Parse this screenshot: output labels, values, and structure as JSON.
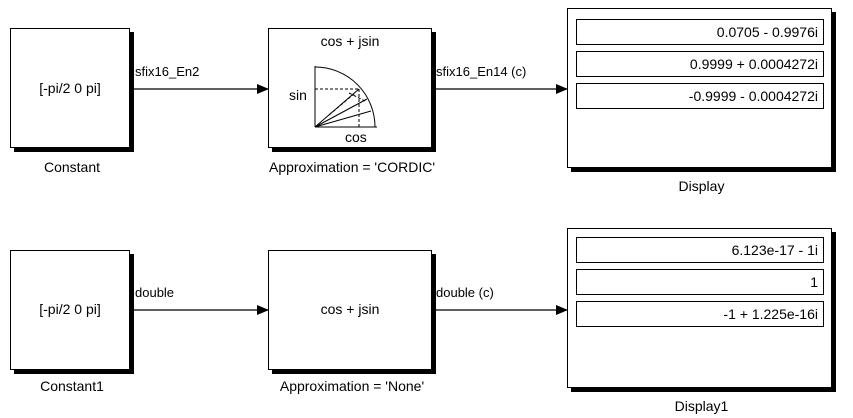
{
  "row1": {
    "constant": {
      "value": "[-pi/2 0 pi]",
      "caption": "Constant"
    },
    "signal_in": "sfix16_En2",
    "cordic_block": {
      "title": "cos + jsin",
      "sin_label": "sin",
      "cos_label": "cos",
      "caption": "Approximation = 'CORDIC'"
    },
    "signal_out": "sfix16_En14 (c)",
    "display": {
      "caption": "Display",
      "values": [
        "0.0705 - 0.9976i",
        "0.9999 + 0.0004272i",
        "-0.9999 - 0.0004272i"
      ]
    }
  },
  "row2": {
    "constant": {
      "value": "[-pi/2 0 pi]",
      "caption": "Constant1"
    },
    "signal_in": "double",
    "block": {
      "title": "cos + jsin",
      "caption": "Approximation = 'None'"
    },
    "signal_out": "double (c)",
    "display": {
      "caption": "Display1",
      "values": [
        "6.123e-17 - 1i",
        "1",
        "-1 + 1.225e-16i"
      ]
    }
  }
}
